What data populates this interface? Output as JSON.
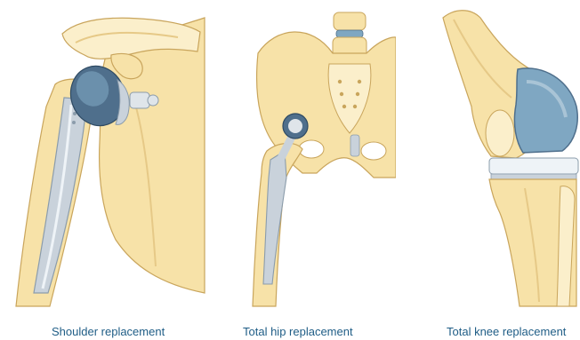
{
  "captions": {
    "shoulder": "Shoulder replacement",
    "hip": "Total hip replacement",
    "knee": "Total knee replacement"
  },
  "colors": {
    "bone_fill": "#f7e2a8",
    "bone_light": "#fbefcb",
    "bone_outline": "#c9a55c",
    "implant_metal": "#c9d2db",
    "implant_dark": "#4f6f8c",
    "implant_blue": "#7fa7c2",
    "spacer_white": "#eef3f7",
    "caption_text": "#1f5d86"
  }
}
